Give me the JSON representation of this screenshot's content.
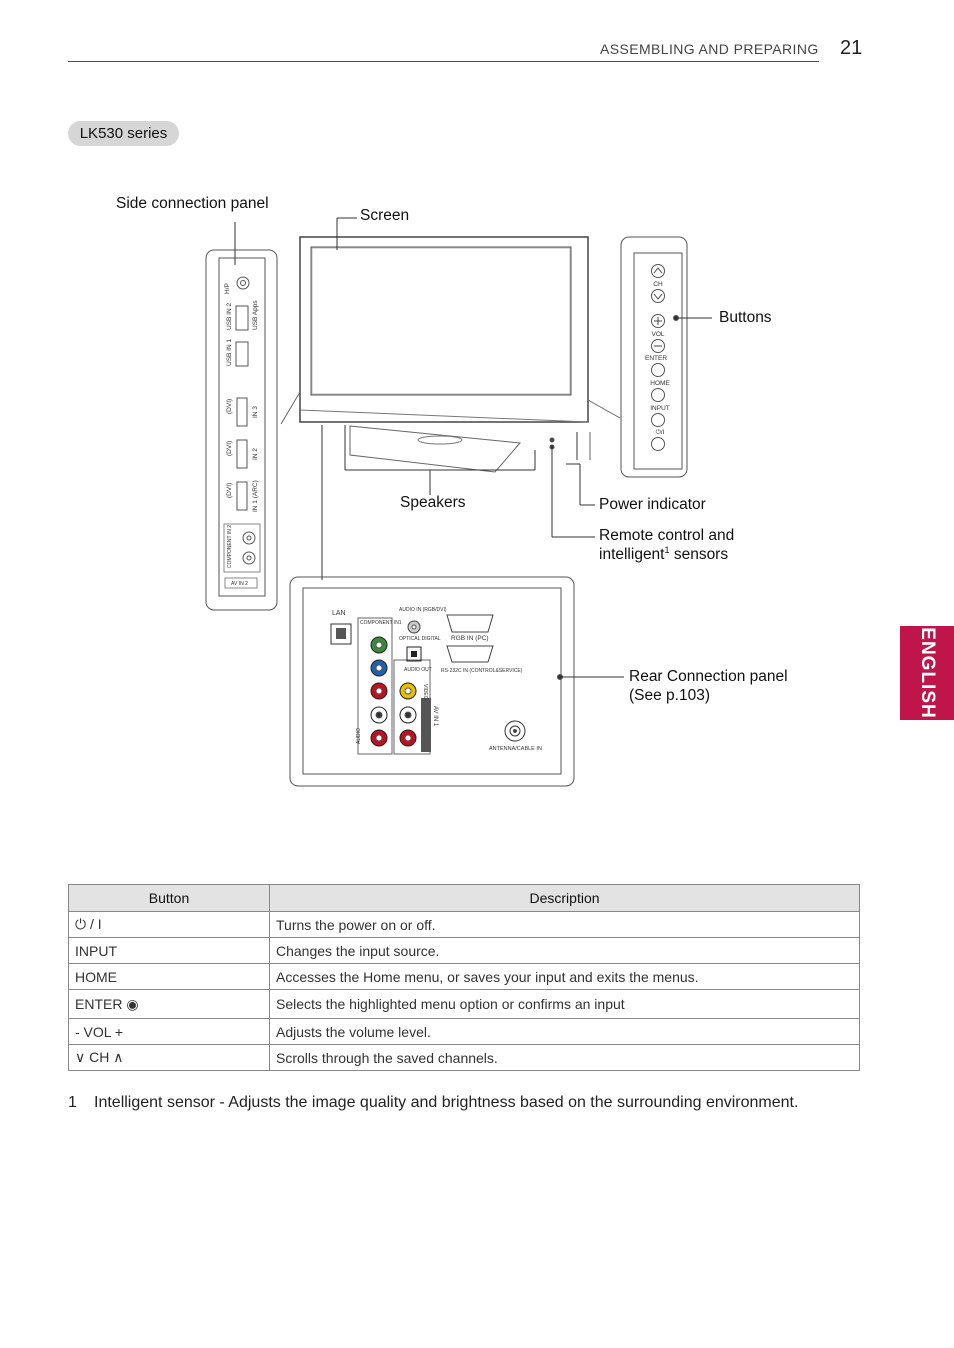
{
  "header": {
    "section_title": "ASSEMBLING AND PREPARING",
    "page_number": "21"
  },
  "language_tab": "ENGLISH",
  "series_badge": "LK530 series",
  "callouts": {
    "side_panel": "Side connection panel",
    "screen": "Screen",
    "buttons": "Buttons",
    "speakers": "Speakers",
    "power_indicator": "Power indicator",
    "remote_line1": "Remote control and",
    "remote_line2": "intelligent",
    "remote_sup": "1",
    "remote_line2_end": " sensors",
    "rear_line1": "Rear Connection panel",
    "rear_line2": "(See p.103)"
  },
  "side_panel_ports": {
    "headphone": "H/P",
    "usb2": "USB IN 2",
    "usb_apps": "USB Apps",
    "usb1": "USB IN 1",
    "hdmi_dvi": "(DVI)",
    "in3": "IN 3",
    "in2": "IN 2",
    "in1": "IN 1 (ARC)",
    "component_in2": "COMPONENT IN 2",
    "av_in2": "AV IN 2"
  },
  "button_panel": {
    "ch": "CH",
    "vol": "VOL",
    "enter": "ENTER",
    "home": "HOME",
    "input": "INPUT",
    "power": "⏻/I"
  },
  "rear_panel_ports": {
    "lan": "LAN",
    "component_in1": "COMPONENT IN1",
    "audio_in_rgb": "AUDIO IN (RGB/DVI)",
    "optical": "OPTICAL DIGITAL",
    "rgb_in": "RGB IN (PC)",
    "audio_out": "AUDIO OUT",
    "rs232": "RS-232C IN (CONTROL&SERVICE)",
    "video": "VIDEO",
    "audio": "AUDIO",
    "av_in1": "AV IN 1",
    "antenna": "ANTENNA/CABLE IN"
  },
  "table": {
    "headers": [
      "Button",
      "Description"
    ],
    "rows": [
      {
        "button": "⏻ / I",
        "description": "Turns the power on or off."
      },
      {
        "button": "INPUT",
        "description": "Changes the input source."
      },
      {
        "button": "HOME",
        "description": "Accesses the Home menu, or saves your input and exits the menus."
      },
      {
        "button": "ENTER ◉",
        "description": "Selects the highlighted menu option or confirms an input"
      },
      {
        "button": "- VOL +",
        "description": "Adjusts the volume level."
      },
      {
        "button": "∨ CH ∧",
        "description": "Scrolls through the saved channels."
      }
    ]
  },
  "footnote": {
    "number": "1",
    "text": "Intelligent sensor - Adjusts the image quality and brightness based on the surrounding environment."
  },
  "colors": {
    "accent": "#c0154a",
    "table_header": "#e3e3e3",
    "badge": "#d6d6d6"
  }
}
